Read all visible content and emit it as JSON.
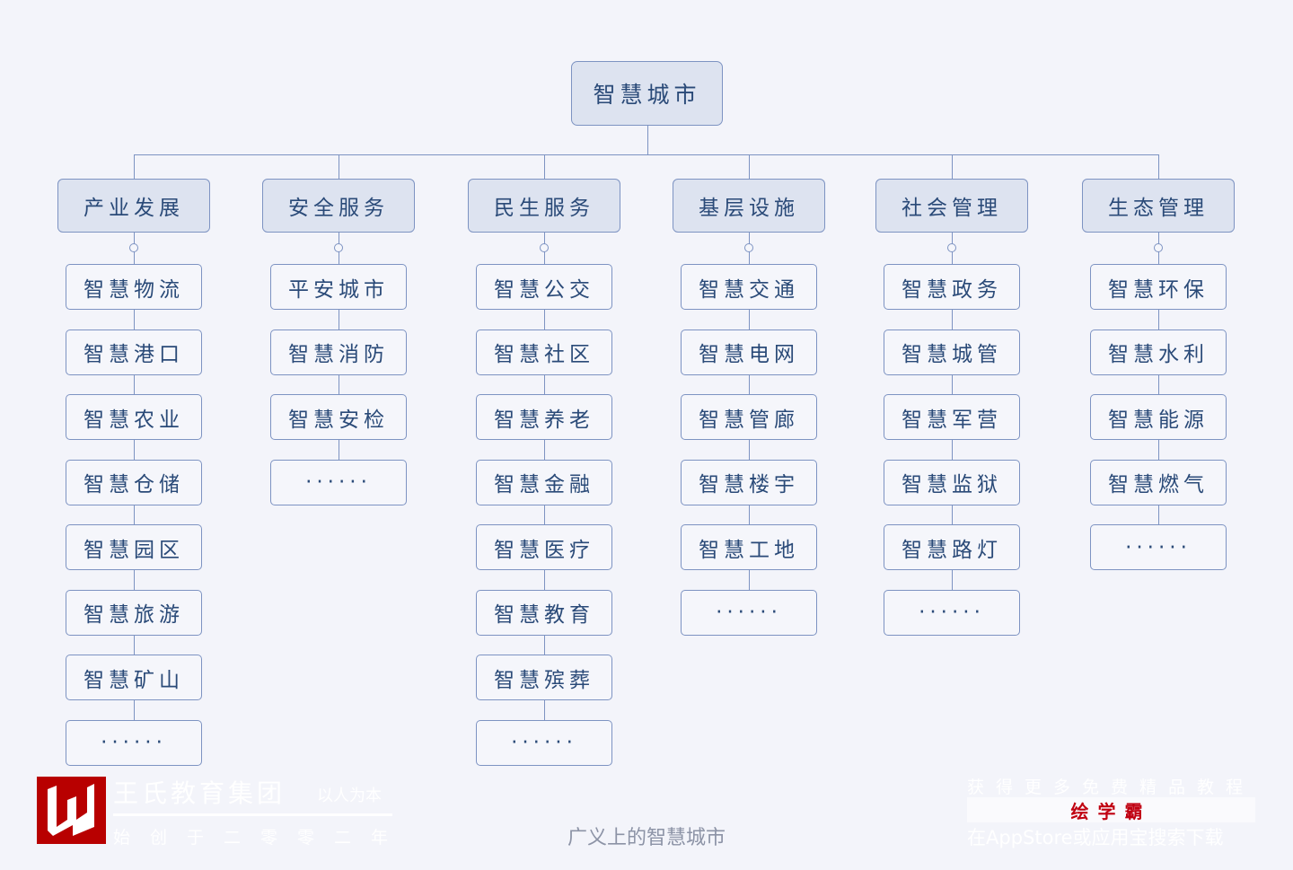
{
  "root": "智慧城市",
  "columns": [
    {
      "category": "产业发展",
      "items": [
        "智慧物流",
        "智慧港口",
        "智慧农业",
        "智慧仓储",
        "智慧园区",
        "智慧旅游",
        "智慧矿山",
        "······"
      ]
    },
    {
      "category": "安全服务",
      "items": [
        "平安城市",
        "智慧消防",
        "智慧安检",
        "······"
      ]
    },
    {
      "category": "民生服务",
      "items": [
        "智慧公交",
        "智慧社区",
        "智慧养老",
        "智慧金融",
        "智慧医疗",
        "智慧教育",
        "智慧殡葬",
        "······"
      ]
    },
    {
      "category": "基层设施",
      "items": [
        "智慧交通",
        "智慧电网",
        "智慧管廊",
        "智慧楼宇",
        "智慧工地",
        "······"
      ]
    },
    {
      "category": "社会管理",
      "items": [
        "智慧政务",
        "智慧城管",
        "智慧军营",
        "智慧监狱",
        "智慧路灯",
        "······"
      ]
    },
    {
      "category": "生态管理",
      "items": [
        "智慧环保",
        "智慧水利",
        "智慧能源",
        "智慧燃气",
        "······"
      ]
    }
  ],
  "caption": "广义上的智慧城市",
  "watermark_left": {
    "title": "王氏教育集团",
    "slogan": "以人为本",
    "founded": "始创于二零零二年"
  },
  "watermark_right": {
    "top": "获得更多免费精品教程",
    "brand": "绘学霸",
    "bottom": "在AppStore或应用宝搜索下载"
  }
}
